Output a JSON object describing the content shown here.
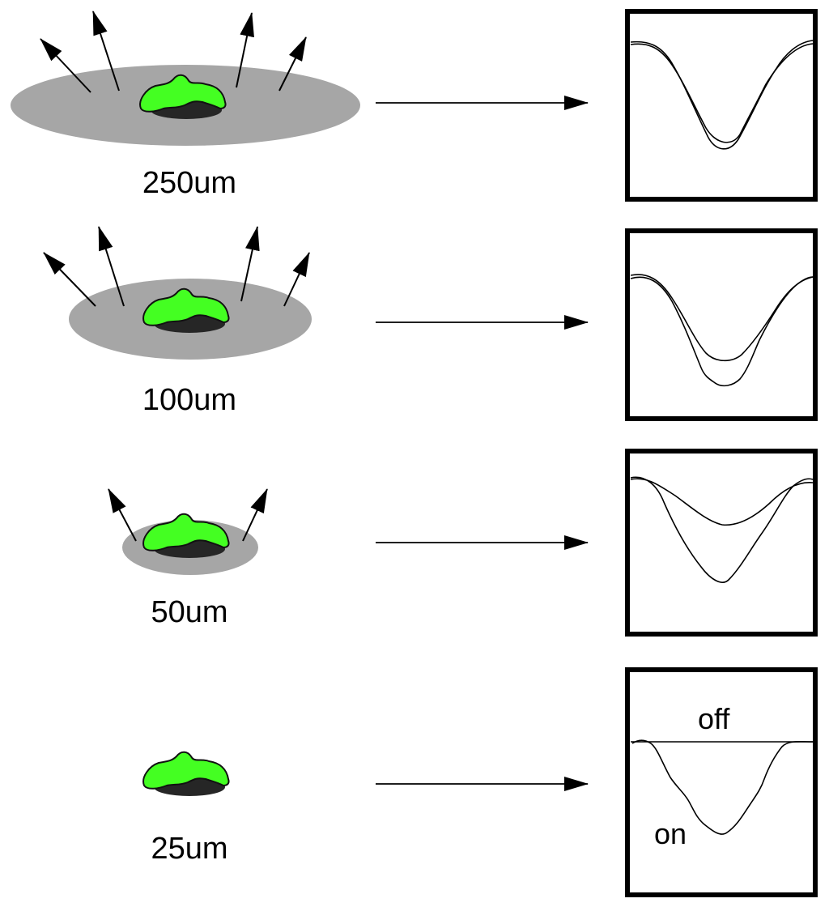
{
  "colors": {
    "halo": "#a6a6a6",
    "cell": "#44ff22",
    "cell_outline": "#111111",
    "hole": "#262626",
    "line": "#000000",
    "box_border": "#000000",
    "background": "#ffffff"
  },
  "rows": [
    {
      "id": "250",
      "size_label": "250um",
      "arrow_count": 4,
      "has_halo": true
    },
    {
      "id": "100",
      "size_label": "100um",
      "arrow_count": 4,
      "has_halo": true
    },
    {
      "id": "50",
      "size_label": "50um",
      "arrow_count": 2,
      "has_halo": true
    },
    {
      "id": "25",
      "size_label": "25um",
      "arrow_count": 0,
      "has_halo": false
    }
  ],
  "trace_labels": {
    "off": "off",
    "on": "on"
  }
}
